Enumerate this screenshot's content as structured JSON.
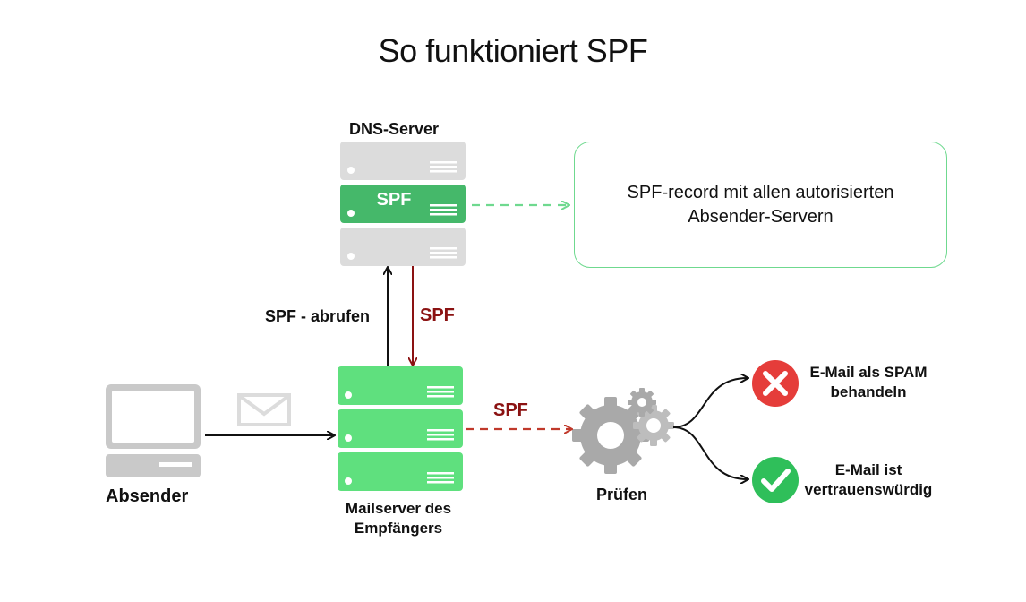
{
  "title": "So funktioniert SPF",
  "nodes": {
    "dns_server": {
      "label": "DNS-Server",
      "spf_label": "SPF"
    },
    "info_box": {
      "text": "SPF-record mit allen autorisierten Absender-Servern"
    },
    "sender": {
      "label": "Absender"
    },
    "mailserver": {
      "label": "Mailserver des Empfängers"
    },
    "check": {
      "label": "Prüfen"
    },
    "spam": {
      "label": "E-Mail als SPAM behandeln"
    },
    "trusted": {
      "label": "E-Mail ist vertrauenswürdig"
    }
  },
  "edges": {
    "fetch": {
      "label": "SPF - abrufen"
    },
    "return": {
      "label": "SPF"
    },
    "to_check": {
      "label": "SPF"
    }
  },
  "colors": {
    "server_grey": "#dcdcdc",
    "dns_spf_green": "#45b86a",
    "mailserver_green": "#5fe07e",
    "info_border": "#6fd98f",
    "spf_red": "#8b1212",
    "reject_red": "#e53d3a",
    "accept_green": "#2fbf5a"
  },
  "icons": {
    "sender": "computer-icon",
    "mail": "envelope-icon",
    "check": "gears-icon",
    "spam": "reject-cross-icon",
    "trusted": "checkmark-icon"
  }
}
